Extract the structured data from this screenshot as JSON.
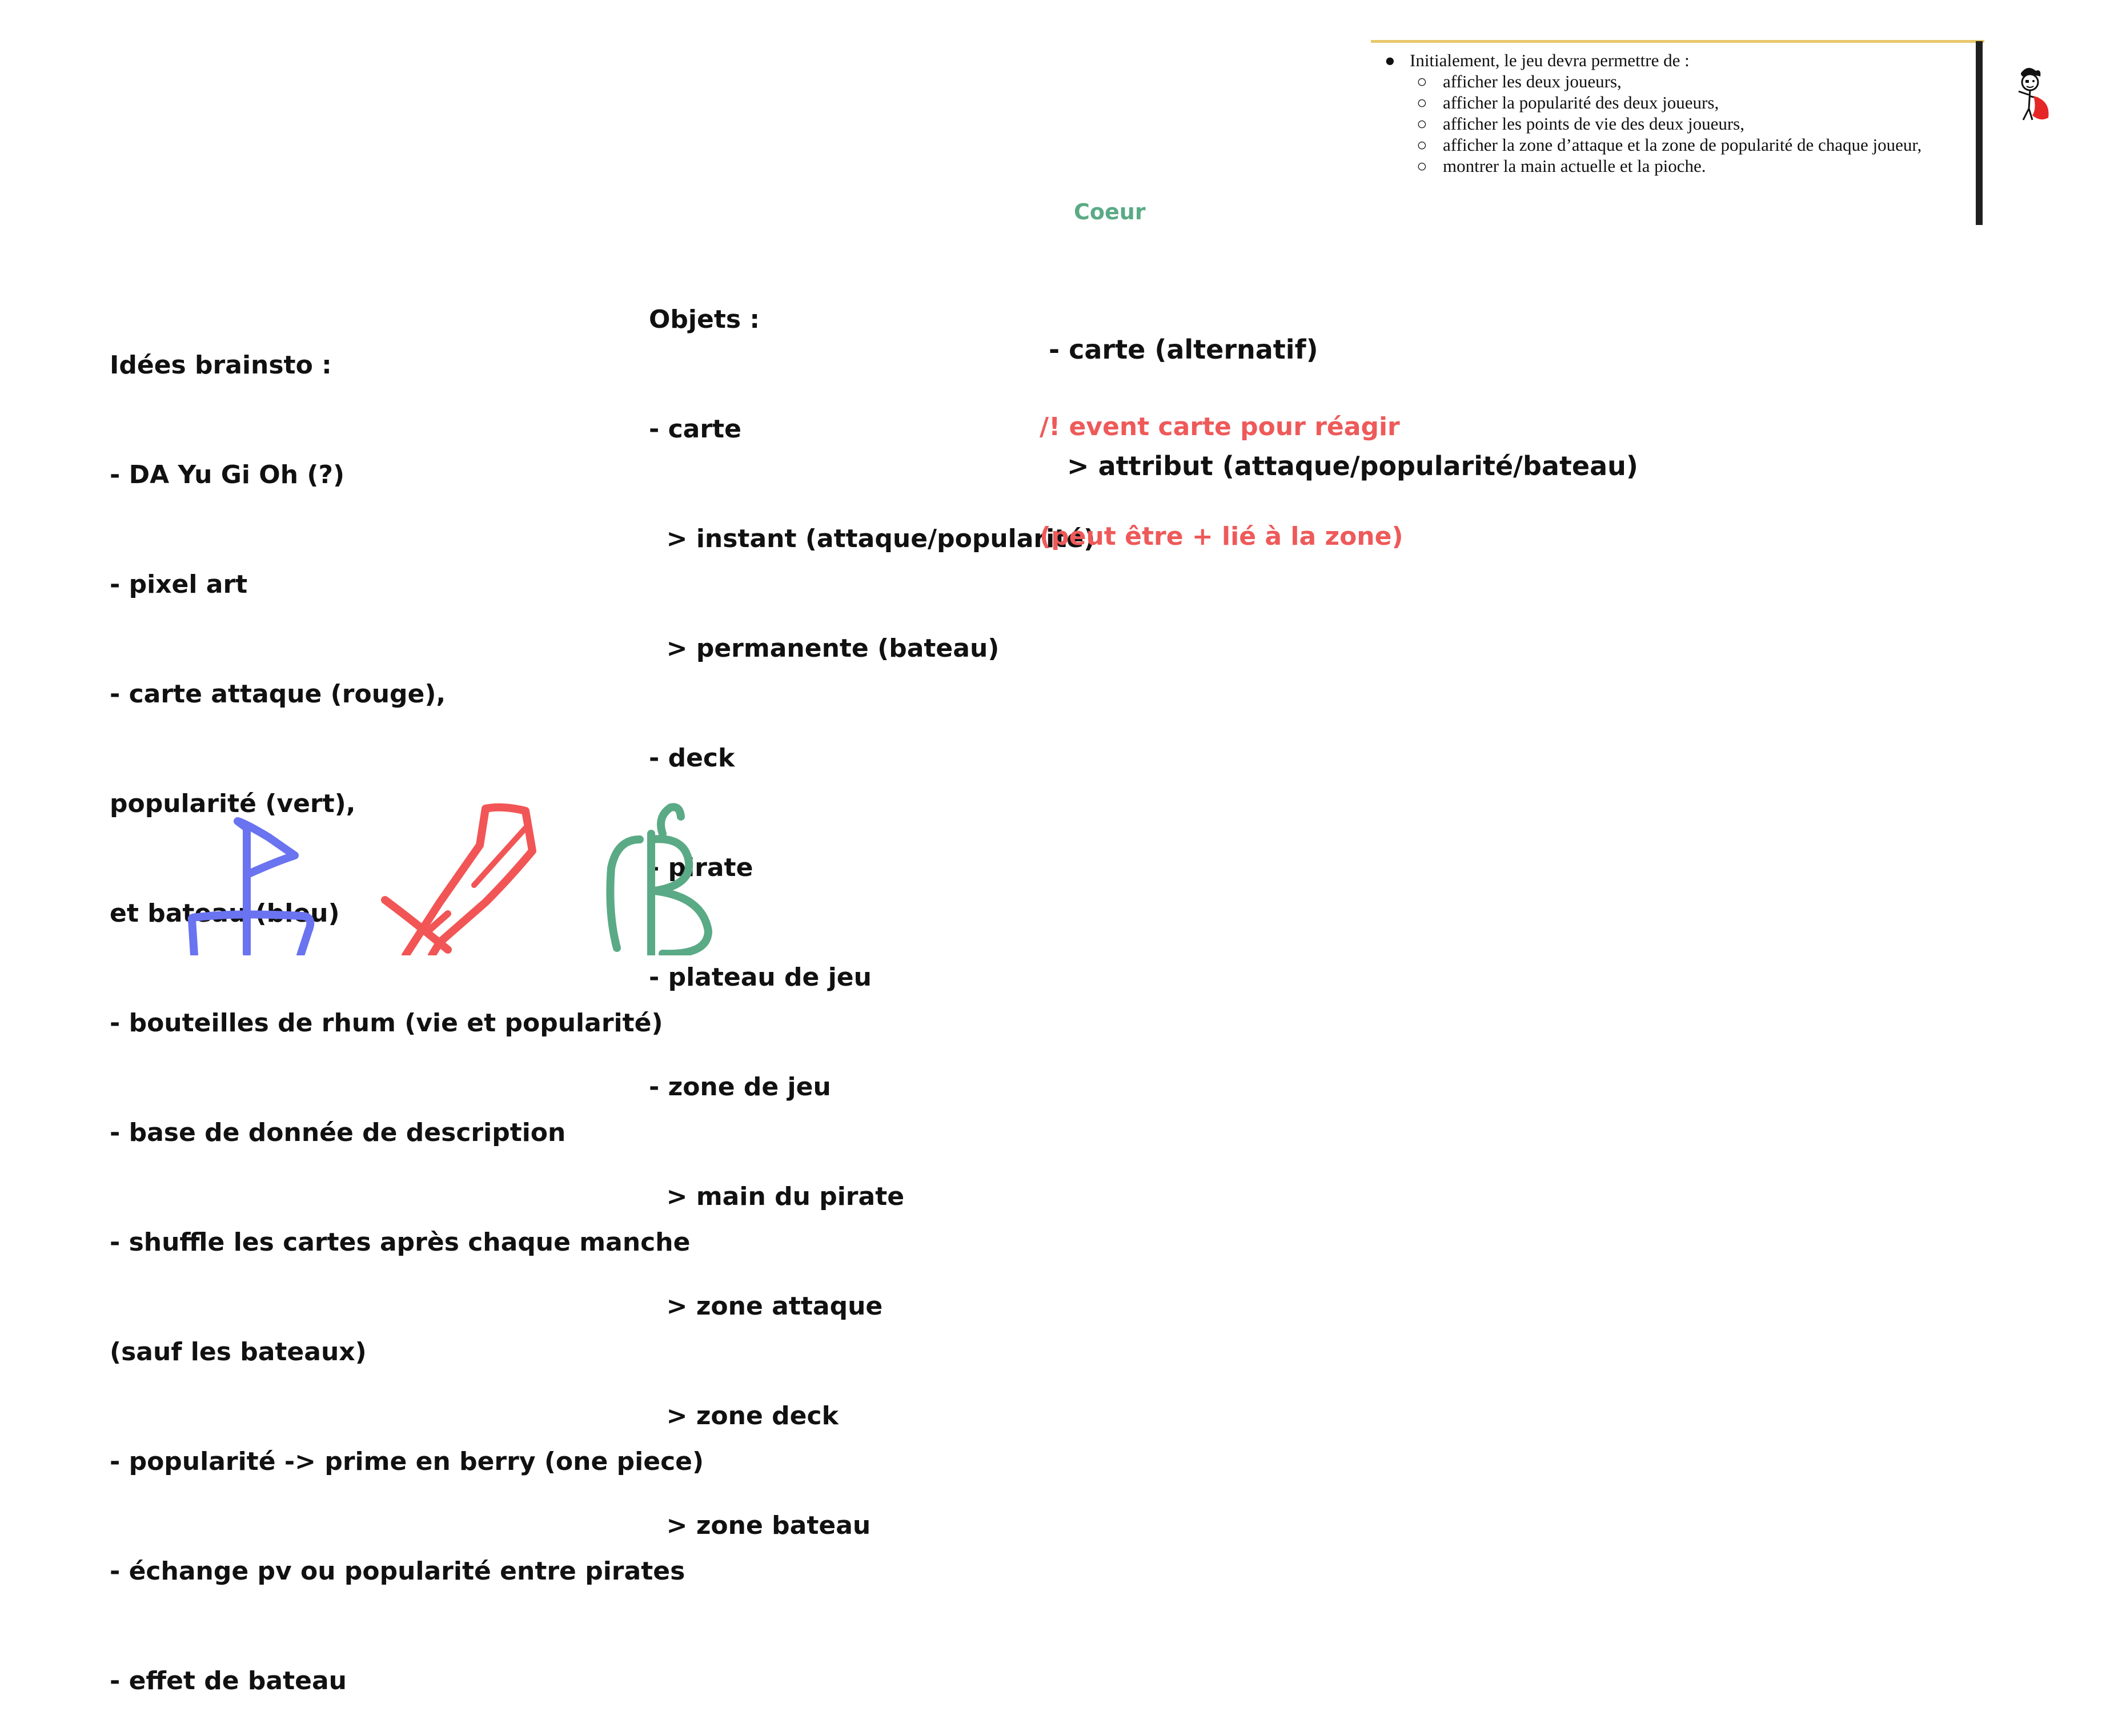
{
  "doc_snippet": {
    "intro": "Initialement, le jeu devra permettre de :",
    "items": [
      "afficher les deux joueurs,",
      "afficher la popularité des deux joueurs,",
      "afficher les points de vie des deux joueurs,",
      "afficher la zone d’attaque et la zone de popularité de chaque joueur,",
      "montrer la main actuelle et la pioche."
    ],
    "bullet_main": "●",
    "bullet_sub": "○"
  },
  "coeur_label": "Coeur",
  "brainstorm": {
    "lines": [
      "Idées brainsto :",
      "- DA Yu Gi Oh (?)",
      "- pixel art",
      "- carte attaque (rouge),",
      "popularité (vert),",
      "et bateau (bleu)",
      "- bouteilles de rhum (vie et popularité)",
      "- base de donnée de description",
      "- shuffle les cartes après chaque manche",
      "(sauf les bateaux)",
      "- popularité -> prime en berry (one piece)",
      "- échange pv ou popularité entre pirates",
      "- effet de bateau"
    ]
  },
  "objets": {
    "lines": [
      "Objets :",
      "- carte",
      "  > instant (attaque/popularité)",
      "  > permanente (bateau)",
      "- deck",
      "- pirate",
      "- plateau de jeu",
      "- zone de jeu",
      "  > main du pirate",
      "  > zone attaque",
      "  > zone deck",
      "  > zone bateau"
    ]
  },
  "coeur_notes": {
    "lines": [
      " - carte (alternatif)",
      "   > attribut (attaque/popularité/bateau)"
    ],
    "red_lines": [
      "/! event carte pour réagir",
      "(peut être + lié à la zone)"
    ]
  },
  "colors": {
    "coeur_green": "#5aaa86",
    "warning_red": "#ee5a5a",
    "boat_blue": "#6a73f0",
    "sword_red": "#f25555",
    "berry_green": "#5aaa86",
    "doc_accent": "#e7c86b"
  },
  "icons": {
    "boat": "boat-doodle-icon",
    "sword": "sword-doodle-icon",
    "berry": "berry-symbol-doodle-icon",
    "pirate": "pirate-avatar-icon"
  }
}
